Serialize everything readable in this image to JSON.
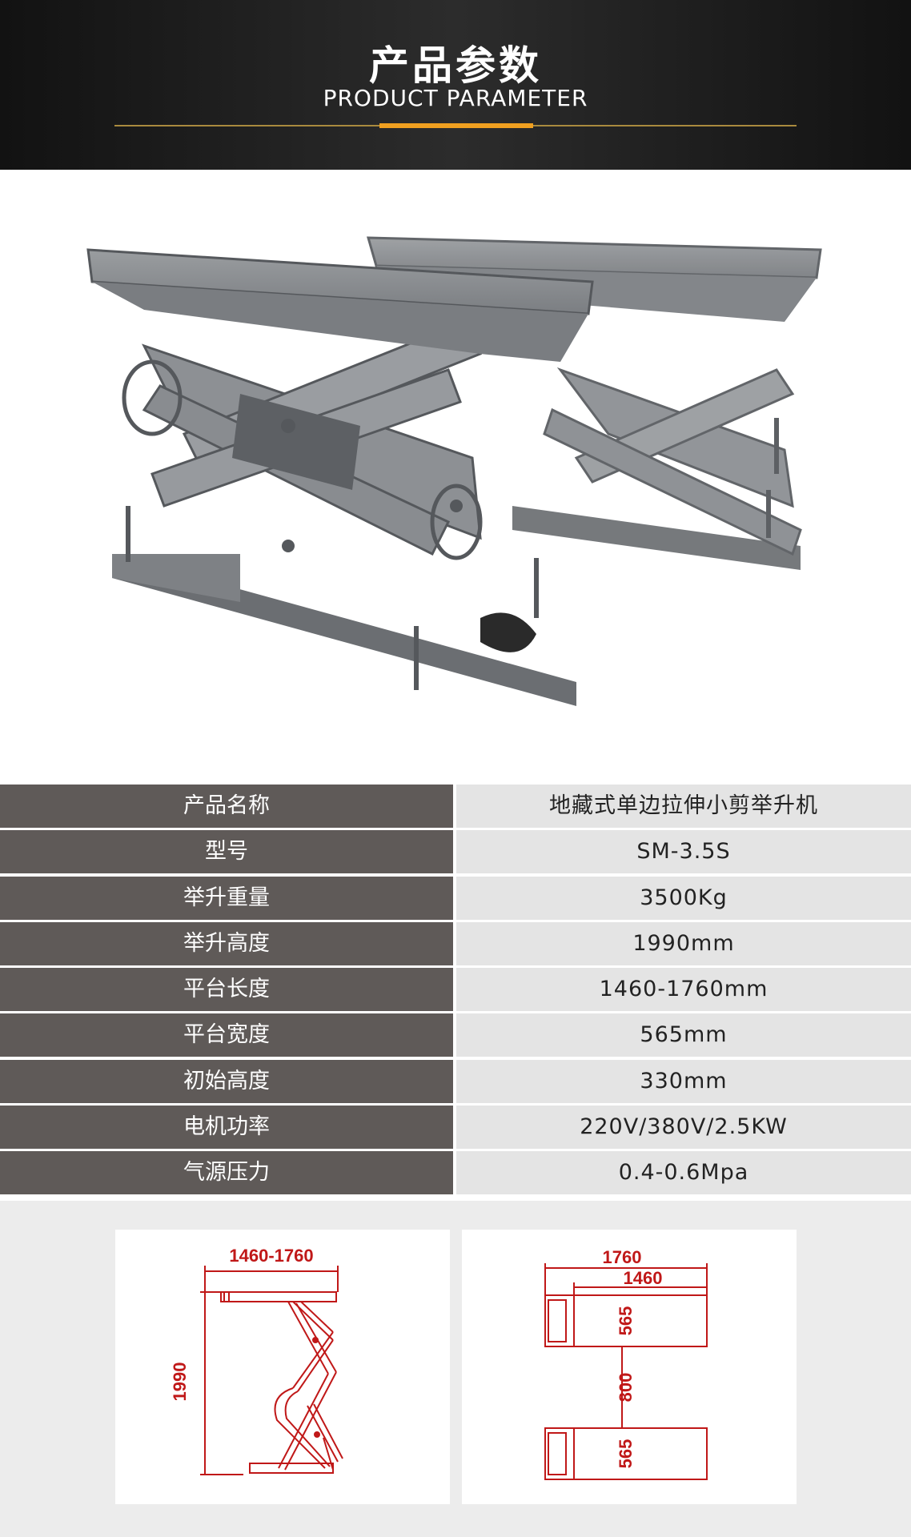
{
  "header": {
    "title": "产品参数",
    "subtitle": "PRODUCT PARAMETER"
  },
  "specs": [
    {
      "label": "产品名称",
      "value": "地藏式单边拉伸小剪举升机"
    },
    {
      "label": "型号",
      "value": "SM-3.5S"
    },
    {
      "label": "举升重量",
      "value": "3500Kg"
    },
    {
      "label": "举升高度",
      "value": "1990mm"
    },
    {
      "label": "平台长度",
      "value": "1460-1760mm"
    },
    {
      "label": "平台宽度",
      "value": "565mm"
    },
    {
      "label": "初始高度",
      "value": "330mm"
    },
    {
      "label": "电机功率",
      "value": "220V/380V/2.5KW"
    },
    {
      "label": "气源压力",
      "value": "0.4-0.6Mpa"
    }
  ],
  "drawings": {
    "side": {
      "length": "1460-1760",
      "height": "1990"
    },
    "top": {
      "overall": "1760",
      "platform": "1460",
      "width_a": "565",
      "gap": "800",
      "width_b": "565"
    }
  },
  "colors": {
    "header_bg": "#1e1e1e",
    "accent": "#f0a020",
    "label_bg": "#5f5a58",
    "value_bg": "#e4e4e4",
    "dimension_red": "#c01818",
    "machine_gray": "#8a8d90"
  }
}
